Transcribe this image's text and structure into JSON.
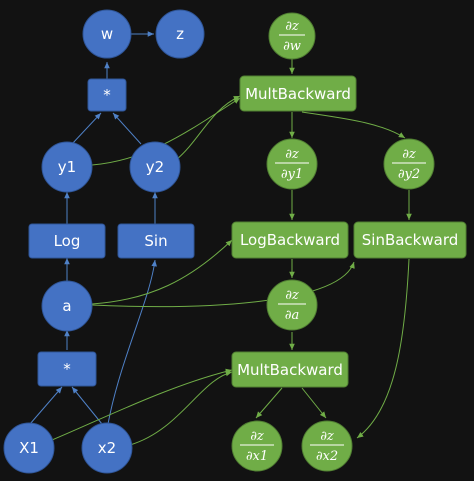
{
  "colors": {
    "background": "#121212",
    "forward_node": "#4472c4",
    "backward_node": "#70ad47"
  },
  "forward": {
    "w": "w",
    "z": "z",
    "mul_top": "*",
    "y1": "y1",
    "y2": "y2",
    "log": "Log",
    "sin": "Sin",
    "a": "a",
    "mul_bottom": "*",
    "x1": "X1",
    "x2": "x2"
  },
  "backward": {
    "mult_top": "MultBackward",
    "log_backward": "LogBackward",
    "sin_backward": "SinBackward",
    "mult_bottom": "MultBackward"
  },
  "gradients": {
    "dz_dw": {
      "num": "∂z",
      "den": "∂w"
    },
    "dz_dy1": {
      "num": "∂z",
      "den": "∂y1"
    },
    "dz_dy2": {
      "num": "∂z",
      "den": "∂y2"
    },
    "dz_da": {
      "num": "∂z",
      "den": "∂a"
    },
    "dz_dx1": {
      "num": "∂z",
      "den": "∂x1"
    },
    "dz_dx2": {
      "num": "∂z",
      "den": "∂x2"
    }
  }
}
